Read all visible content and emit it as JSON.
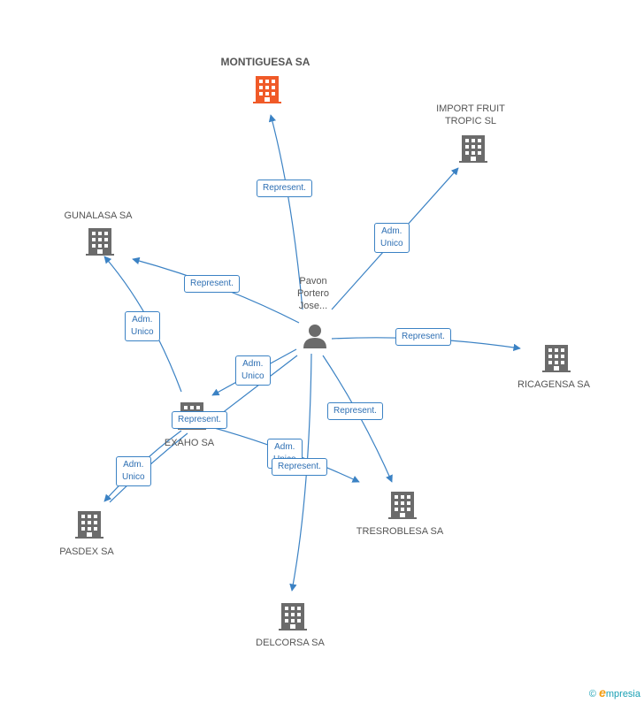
{
  "nodes": {
    "montiguesa": "MONTIGUESA SA",
    "import_fruit": [
      "IMPORT FRUIT",
      "TROPIC SL"
    ],
    "gunalasa": "GUNALASA SA",
    "person": [
      "Pavon",
      "Portero",
      "Jose..."
    ],
    "ricagensa": "RICAGENSA SA",
    "exaho": "EXAHO SA",
    "pasdex": "PASDEX SA",
    "tresroblesa": "TRESROBLESA SA",
    "delcorsa": "DELCORSA SA"
  },
  "edge_labels": {
    "montiguesa": "Represent.",
    "import_fruit": [
      "Adm.",
      "Unico"
    ],
    "gunalasa_person": "Represent.",
    "gunalasa_exaho": [
      "Adm.",
      "Unico"
    ],
    "exaho_person": [
      "Adm.",
      "Unico"
    ],
    "ricagensa": "Represent.",
    "tresroblesa_person": "Represent.",
    "exaho_represent": "Represent.",
    "exaho_tresroblesa": [
      "Adm.",
      "Unico"
    ],
    "delcorsa": "Represent.",
    "pasdex": [
      "Adm.",
      "Unico"
    ]
  },
  "colors": {
    "edge": "#3b82c4",
    "building": "#6b6b6b",
    "building_main": "#f05a28",
    "person": "#6b6b6b"
  },
  "footer": {
    "copyright": "©",
    "brand_initial": "e",
    "brand_rest": "mpresia"
  }
}
